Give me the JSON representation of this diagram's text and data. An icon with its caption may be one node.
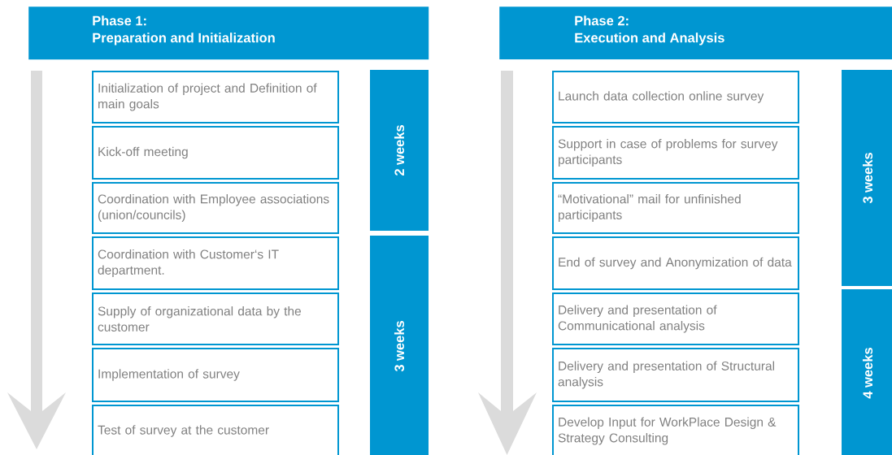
{
  "diagram": {
    "nodes": [
      {
        "text": [
          "Phase 1:",
          "Preparation and Initialization"
        ]
      },
      {
        "text": [
          "Initialization of project and Definition of main goals"
        ]
      },
      {
        "text": [
          "Kick-off meeting"
        ]
      },
      {
        "text": [
          "Coordination with Employee associations (union/councils)"
        ]
      },
      {
        "text": [
          "Coordination with Customer‘s IT department."
        ]
      },
      {
        "text": [
          "Supply of organizational data by the customer"
        ]
      },
      {
        "text": [
          "Implementation of survey"
        ]
      },
      {
        "text": [
          "Test of survey at the customer"
        ]
      },
      {
        "text": [
          "2 weeks"
        ]
      },
      {
        "text": [
          "3 weeks"
        ]
      },
      {
        "text": [
          "Phase 2:",
          "Execution and Analysis"
        ]
      },
      {
        "text": [
          "Launch data collection online survey"
        ]
      },
      {
        "text": [
          "Support in case of problems for survey participants"
        ]
      },
      {
        "text": [
          "“Motivational” mail for unfinished participants"
        ]
      },
      {
        "text": [
          "End of survey and Anonymization of data"
        ]
      },
      {
        "text": [
          "Delivery and presentation of Communicational analysis"
        ]
      },
      {
        "text": [
          "Delivery and presentation of Structural analysis"
        ]
      },
      {
        "text": [
          "Develop Input for WorkPlace Design & Strategy Consulting"
        ]
      },
      {
        "text": [
          "3 weeks"
        ]
      },
      {
        "text": [
          "4 weeks"
        ]
      }
    ]
  }
}
